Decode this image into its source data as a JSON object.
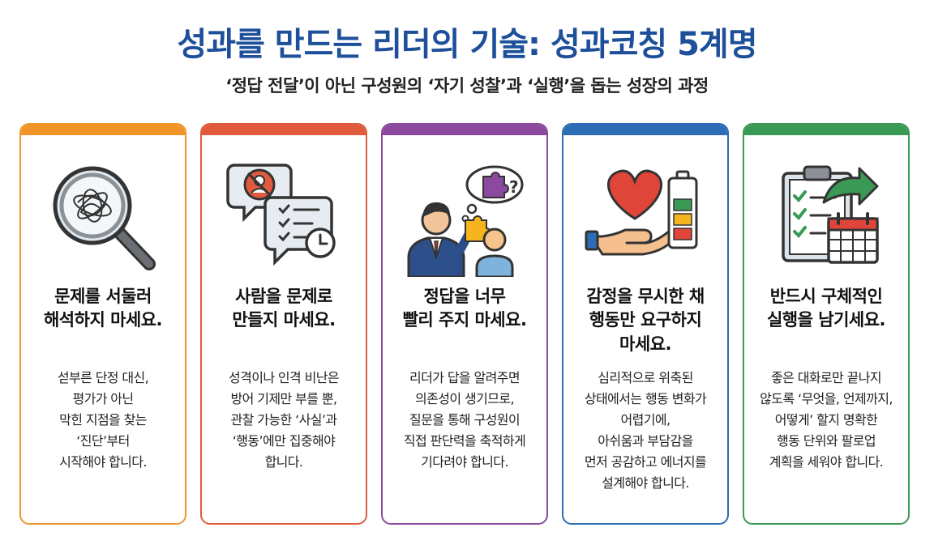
{
  "title": "성과를 만드는 리더의 기술: 성과코칭 5계명",
  "subtitle": "‘정답 전달’이 아닌 구성원의 ‘자기 성찰’과 ‘실행’을 돕는 성장의 과정",
  "cards": [
    {
      "color": "#f0952a",
      "icon": "magnifier-tangle-icon",
      "heading": [
        "문제를 서둘러",
        "해석하지 마세요."
      ],
      "body": [
        "섣부른 단정 대신,",
        "평가가 아닌",
        "막힌 지점을 찾는",
        "‘진단’부터",
        "시작해야 합니다."
      ]
    },
    {
      "color": "#e05a3e",
      "icon": "chat-checklist-icon",
      "heading": [
        "사람을 문제로",
        "만들지 마세요."
      ],
      "body": [
        "성격이나 인격 비난은",
        "방어 기제만 부를 뿐,",
        "관찰 가능한 ‘사실’과",
        "‘행동’에만 집중해야",
        "합니다."
      ]
    },
    {
      "color": "#8b4a9e",
      "icon": "leader-puzzle-icon",
      "heading": [
        "정답을 너무",
        "빨리 주지 마세요."
      ],
      "body": [
        "리더가 답을 알려주면",
        "의존성이 생기므로,",
        "질문을 통해 구성원이",
        "직접 판단력을 축적하게",
        "기다려야 합니다."
      ]
    },
    {
      "color": "#2c6db5",
      "icon": "heart-battery-icon",
      "heading": [
        "감정을 무시한 채",
        "행동만 요구하지",
        "마세요."
      ],
      "body": [
        "심리적으로 위축된",
        "상태에서는 행동 변화가",
        "어렵기에,",
        "아쉬움과 부담감을",
        "먼저 공감하고 에너지를",
        "설계해야 합니다."
      ]
    },
    {
      "color": "#3a9a55",
      "icon": "clipboard-calendar-icon",
      "heading": [
        "반드시 구체적인",
        "실행을 남기세요."
      ],
      "body": [
        "좋은 대화로만 끝나지",
        "않도록 ‘무엇을, 언제까지,",
        "어떻게’ 할지 명확한",
        "행동 단위와 팔로업",
        "계획을 세워야 합니다."
      ]
    }
  ]
}
